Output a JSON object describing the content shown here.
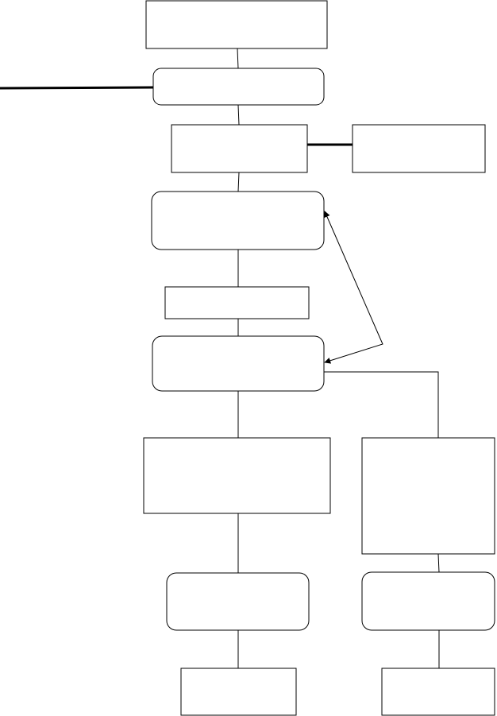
{
  "diagram": {
    "title": "",
    "boxes": [
      {
        "id": "box-1",
        "shape": "rect",
        "label": ""
      },
      {
        "id": "box-2",
        "shape": "rounded",
        "label": ""
      },
      {
        "id": "box-3",
        "shape": "rect",
        "label": ""
      },
      {
        "id": "box-3-side",
        "shape": "rect",
        "label": ""
      },
      {
        "id": "box-4",
        "shape": "rounded",
        "label": ""
      },
      {
        "id": "box-5",
        "shape": "rect",
        "label": ""
      },
      {
        "id": "box-6",
        "shape": "rounded",
        "label": ""
      },
      {
        "id": "box-7-left",
        "shape": "rect",
        "label": ""
      },
      {
        "id": "box-7-right",
        "shape": "rect",
        "label": ""
      },
      {
        "id": "box-8-left",
        "shape": "rounded",
        "label": ""
      },
      {
        "id": "box-8-right",
        "shape": "rounded",
        "label": ""
      },
      {
        "id": "box-9-left",
        "shape": "rect",
        "label": ""
      },
      {
        "id": "box-9-right",
        "shape": "rect",
        "label": ""
      }
    ],
    "connectors": [
      {
        "id": "conn-1-2",
        "from": "box-1",
        "to": "box-2",
        "arrow": false
      },
      {
        "id": "conn-left-in",
        "from": "page-left",
        "to": "box-2",
        "arrow": false,
        "weight": "heavy"
      },
      {
        "id": "conn-2-3",
        "from": "box-2",
        "to": "box-3",
        "arrow": false
      },
      {
        "id": "conn-3-side",
        "from": "box-3",
        "to": "box-3-side",
        "arrow": false,
        "weight": "heavy"
      },
      {
        "id": "conn-3-4",
        "from": "box-3",
        "to": "box-4",
        "arrow": false
      },
      {
        "id": "conn-4-5",
        "from": "box-4",
        "to": "box-5",
        "arrow": false
      },
      {
        "id": "conn-5-6",
        "from": "box-5",
        "to": "box-6",
        "arrow": false
      },
      {
        "id": "conn-feedback",
        "from": "box-6",
        "to": "box-4",
        "arrow": "both"
      },
      {
        "id": "conn-6-7l",
        "from": "box-6",
        "to": "box-7-left",
        "arrow": false
      },
      {
        "id": "conn-6-7r",
        "from": "box-6",
        "to": "box-7-right",
        "arrow": false
      },
      {
        "id": "conn-7l-8l",
        "from": "box-7-left",
        "to": "box-8-left",
        "arrow": false
      },
      {
        "id": "conn-7r-8r",
        "from": "box-7-right",
        "to": "box-8-right",
        "arrow": false
      },
      {
        "id": "conn-8l-9l",
        "from": "box-8-left",
        "to": "box-9-left",
        "arrow": false
      },
      {
        "id": "conn-8r-9r",
        "from": "box-8-right",
        "to": "box-9-right",
        "arrow": false
      }
    ]
  },
  "colors": {
    "stroke": "#000000",
    "fill": "#ffffff",
    "background": "#ffffff"
  }
}
